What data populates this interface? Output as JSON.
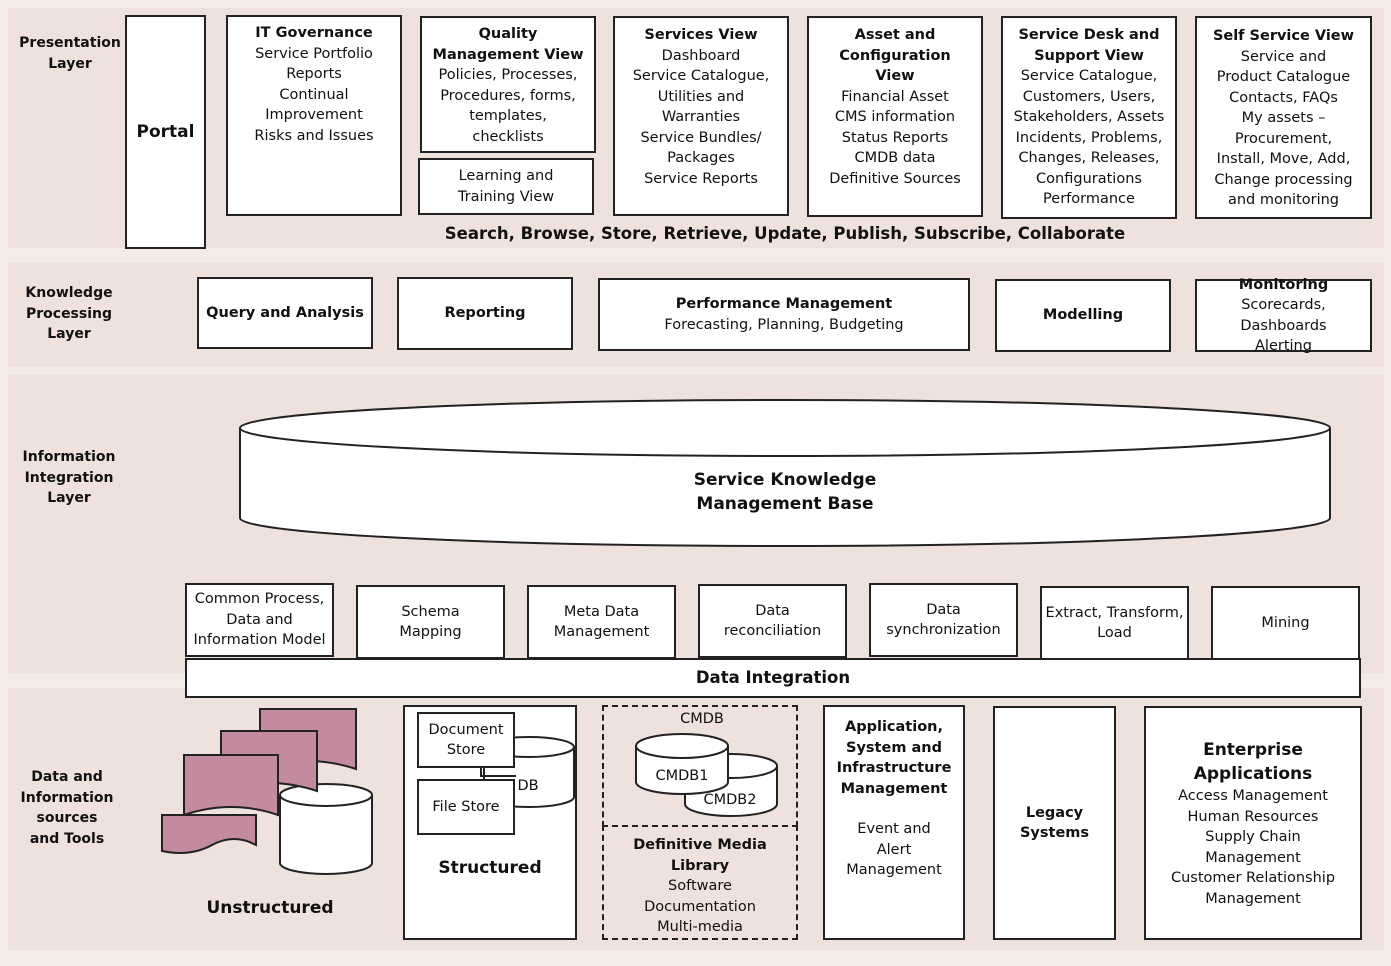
{
  "colors": {
    "background": "#f3ece6",
    "band": "#ecdad4",
    "doc_fill": "#c48a9f"
  },
  "layers": {
    "presentation": [
      "Presentation",
      "Layer"
    ],
    "knowledge": [
      "Knowledge",
      "Processing",
      "Layer"
    ],
    "integration": [
      "Information",
      "Integration",
      "Layer"
    ],
    "data": [
      "Data and",
      "Information",
      "sources",
      "and Tools"
    ]
  },
  "presentation": {
    "portal": "Portal",
    "it_gov": {
      "title": "IT Governance",
      "lines": [
        "Service Portfolio",
        "Reports",
        "Continual",
        "Improvement",
        "Risks and Issues"
      ]
    },
    "quality": {
      "title": [
        "Quality",
        "Management View"
      ],
      "lines": [
        "Policies, Processes,",
        "Procedures, forms,",
        "templates,",
        "checklists"
      ]
    },
    "learning": [
      "Learning and",
      "Training View"
    ],
    "services": {
      "title": "Services View",
      "lines": [
        "Dashboard",
        "Service Catalogue,",
        "Utilities and",
        "Warranties",
        "Service Bundles/",
        "Packages",
        "Service Reports"
      ]
    },
    "asset": {
      "title": [
        "Asset and",
        "Configuration",
        "View"
      ],
      "lines": [
        "Financial Asset",
        "CMS information",
        "Status Reports",
        "CMDB data",
        "Definitive Sources"
      ]
    },
    "service_desk": {
      "title": [
        "Service Desk and",
        "Support View"
      ],
      "lines": [
        "Service Catalogue,",
        "Customers, Users,",
        "Stakeholders, Assets",
        "Incidents, Problems,",
        "Changes, Releases,",
        "Configurations",
        "Performance"
      ]
    },
    "self_service": {
      "title": "Self Service View",
      "lines": [
        "Service and",
        "Product Catalogue",
        "Contacts, FAQs",
        "My assets –",
        "Procurement,",
        "Install, Move, Add,",
        "Change processing",
        "and monitoring"
      ]
    },
    "actions": "Search, Browse, Store, Retrieve, Update, Publish, Subscribe, Collaborate"
  },
  "knowledge": {
    "query": "Query and Analysis",
    "reporting": "Reporting",
    "perf_title": "Performance Management",
    "perf_sub": "Forecasting, Planning, Budgeting",
    "modelling": "Modelling",
    "monitoring_title": "Monitoring",
    "monitoring_lines": [
      "Scorecards, Dashboards",
      "Alerting"
    ]
  },
  "integration": {
    "skmb": [
      "Service Knowledge",
      "Management Base"
    ],
    "boxes": [
      [
        "Common Process,",
        "Data and",
        "Information Model"
      ],
      [
        "Schema",
        "Mapping"
      ],
      [
        "Meta Data",
        "Management"
      ],
      [
        "Data",
        "reconciliation"
      ],
      [
        "Data",
        "synchronization"
      ],
      [
        "Extract, Transform,",
        "Load"
      ],
      [
        "Mining"
      ]
    ],
    "data_integration": "Data Integration"
  },
  "sources": {
    "unstructured": "Unstructured",
    "doc_store": [
      "Document",
      "Store"
    ],
    "db": "DB",
    "file_store": "File Store",
    "structured": "Structured",
    "cmdb": "CMDB",
    "cmdb1": "CMDB1",
    "cmdb2": "CMDB2",
    "dml_title": [
      "Definitive Media",
      "Library"
    ],
    "dml_lines": [
      "Software",
      "Documentation",
      "Multi-media"
    ],
    "app_title": [
      "Application,",
      "System and",
      "Infrastructure",
      "Management"
    ],
    "app_lines": [
      "Event and",
      "Alert",
      "Management"
    ],
    "legacy": [
      "Legacy",
      "Systems"
    ],
    "enterprise_title": [
      "Enterprise",
      "Applications"
    ],
    "enterprise_lines": [
      "Access Management",
      "Human Resources",
      "Supply Chain",
      "Management",
      "Customer Relationship",
      "Management"
    ]
  }
}
